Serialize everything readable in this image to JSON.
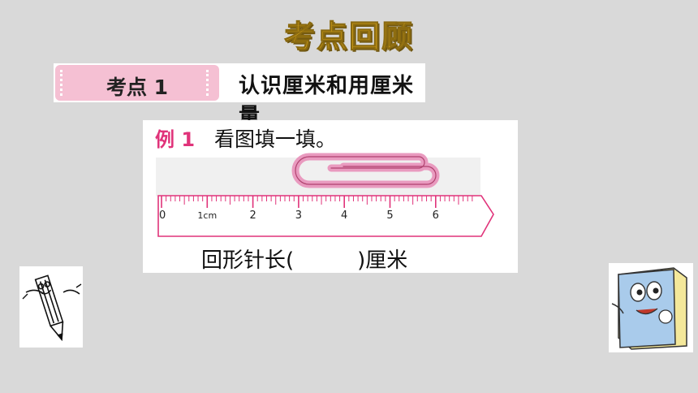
{
  "slide": {
    "title": "考点回顾"
  },
  "topic": {
    "tag": "考点 1",
    "title": "认识厘米和用厘米量"
  },
  "example": {
    "label": "例 1",
    "instruction": "看图填一填。",
    "ruler_labels": [
      "0",
      "1cm",
      "2",
      "3",
      "4",
      "5",
      "6"
    ],
    "answer_prefix": "回形针长(",
    "answer_blank": "",
    "answer_suffix": ")厘米",
    "colors": {
      "ruler": "#e0337a",
      "clip_fill": "#e99abf",
      "accent": "#e0337a"
    }
  },
  "decorations": {
    "left_icon": "pencil-cartoon-icon",
    "right_icon": "book-cartoon-icon"
  }
}
